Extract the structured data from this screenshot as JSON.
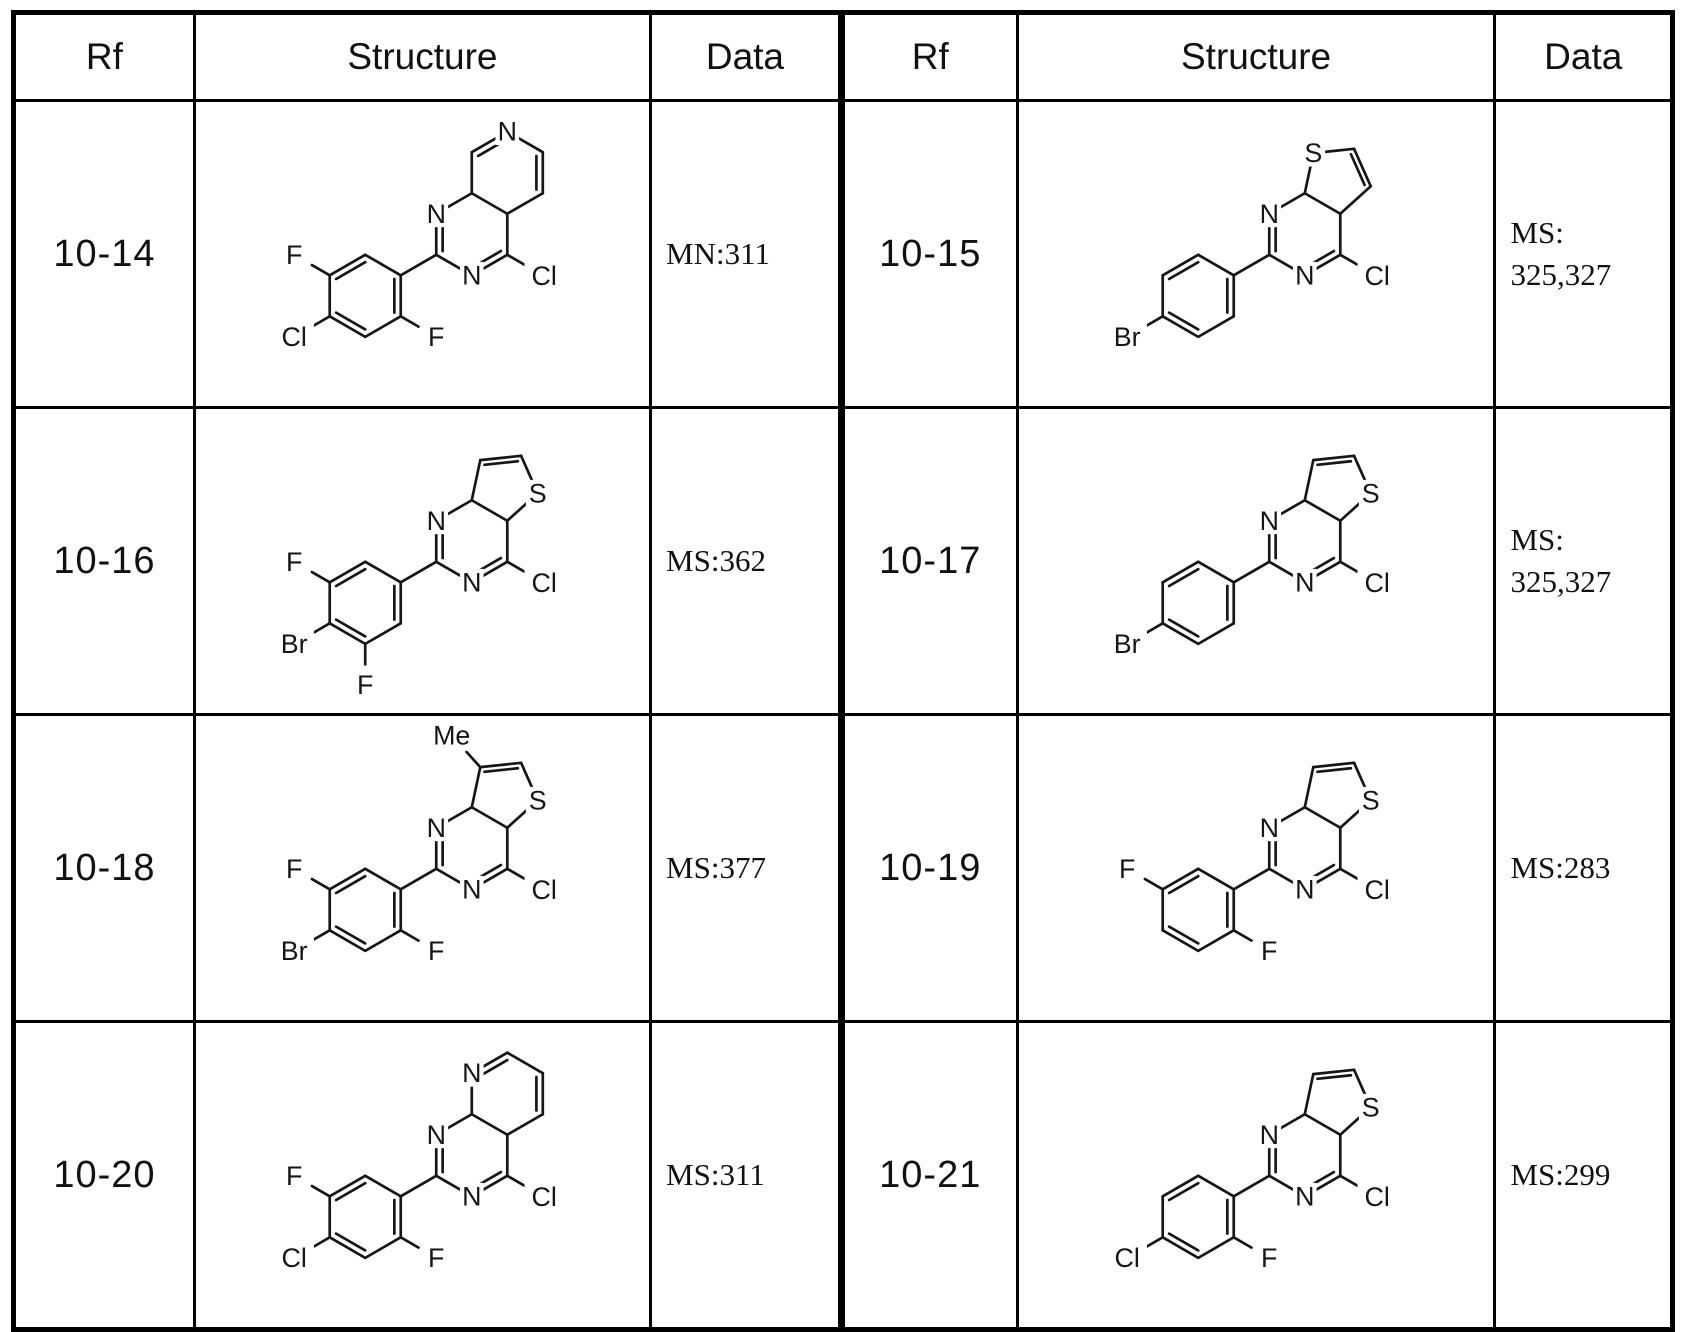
{
  "colors": {
    "line": "#161616",
    "bg": "#ffffff",
    "border": "#000000",
    "text": "#111111"
  },
  "table": {
    "headers": [
      "Rf",
      "Structure",
      "Data"
    ],
    "rows": [
      {
        "cells": [
          {
            "rf": "10-14",
            "data": "MN:311",
            "structure": {
              "core": "pyrido",
              "n_vertex": "E",
              "hetero_label": "N",
              "n1_label": "N",
              "n3_label": "N",
              "cl_label": "Cl",
              "phenyl": [
                {
                  "v": 4,
                  "l": "F"
                },
                {
                  "v": 3,
                  "l": "Cl"
                },
                {
                  "v": 1,
                  "l": "F"
                }
              ]
            }
          },
          {
            "rf": "10-15",
            "data": "MS:\n325,327",
            "structure": {
              "core": "thieno",
              "s_pos": "top",
              "hetero_label": "S",
              "n1_label": "N",
              "n3_label": "N",
              "cl_label": "Cl",
              "phenyl": [
                {
                  "v": 3,
                  "l": "Br"
                }
              ]
            }
          }
        ]
      },
      {
        "cells": [
          {
            "rf": "10-16",
            "data": "MS:362",
            "structure": {
              "core": "thieno",
              "s_pos": "right",
              "hetero_label": "S",
              "n1_label": "N",
              "n3_label": "N",
              "cl_label": "Cl",
              "phenyl": [
                {
                  "v": 4,
                  "l": "F"
                },
                {
                  "v": 3,
                  "l": "Br"
                },
                {
                  "v": 2,
                  "l": "F"
                }
              ]
            }
          },
          {
            "rf": "10-17",
            "data": "MS:\n325,327",
            "structure": {
              "core": "thieno",
              "s_pos": "right",
              "hetero_label": "S",
              "n1_label": "N",
              "n3_label": "N",
              "cl_label": "Cl",
              "phenyl": [
                {
                  "v": 3,
                  "l": "Br"
                }
              ]
            }
          }
        ]
      },
      {
        "cells": [
          {
            "rf": "10-18",
            "data": "MS:377",
            "structure": {
              "core": "thieno",
              "s_pos": "right",
              "hetero_label": "S",
              "n1_label": "N",
              "n3_label": "N",
              "cl_label": "Cl",
              "methyl_label": "Me",
              "phenyl": [
                {
                  "v": 4,
                  "l": "F"
                },
                {
                  "v": 3,
                  "l": "Br"
                },
                {
                  "v": 1,
                  "l": "F"
                }
              ]
            }
          },
          {
            "rf": "10-19",
            "data": "MS:283",
            "structure": {
              "core": "thieno",
              "s_pos": "right",
              "hetero_label": "S",
              "n1_label": "N",
              "n3_label": "N",
              "cl_label": "Cl",
              "phenyl": [
                {
                  "v": 4,
                  "l": "F"
                },
                {
                  "v": 1,
                  "l": "F"
                }
              ]
            }
          }
        ]
      },
      {
        "cells": [
          {
            "rf": "10-20",
            "data": "MS:311",
            "structure": {
              "core": "pyrido",
              "n_vertex": "F",
              "hetero_label": "N",
              "n1_label": "N",
              "n3_label": "N",
              "cl_label": "Cl",
              "phenyl": [
                {
                  "v": 4,
                  "l": "F"
                },
                {
                  "v": 3,
                  "l": "Cl"
                },
                {
                  "v": 1,
                  "l": "F"
                }
              ]
            }
          },
          {
            "rf": "10-21",
            "data": "MS:299",
            "structure": {
              "core": "thieno",
              "s_pos": "right",
              "hetero_label": "S",
              "n1_label": "N",
              "n3_label": "N",
              "cl_label": "Cl",
              "phenyl": [
                {
                  "v": 3,
                  "l": "Cl"
                },
                {
                  "v": 1,
                  "l": "F"
                }
              ]
            }
          }
        ]
      }
    ]
  }
}
